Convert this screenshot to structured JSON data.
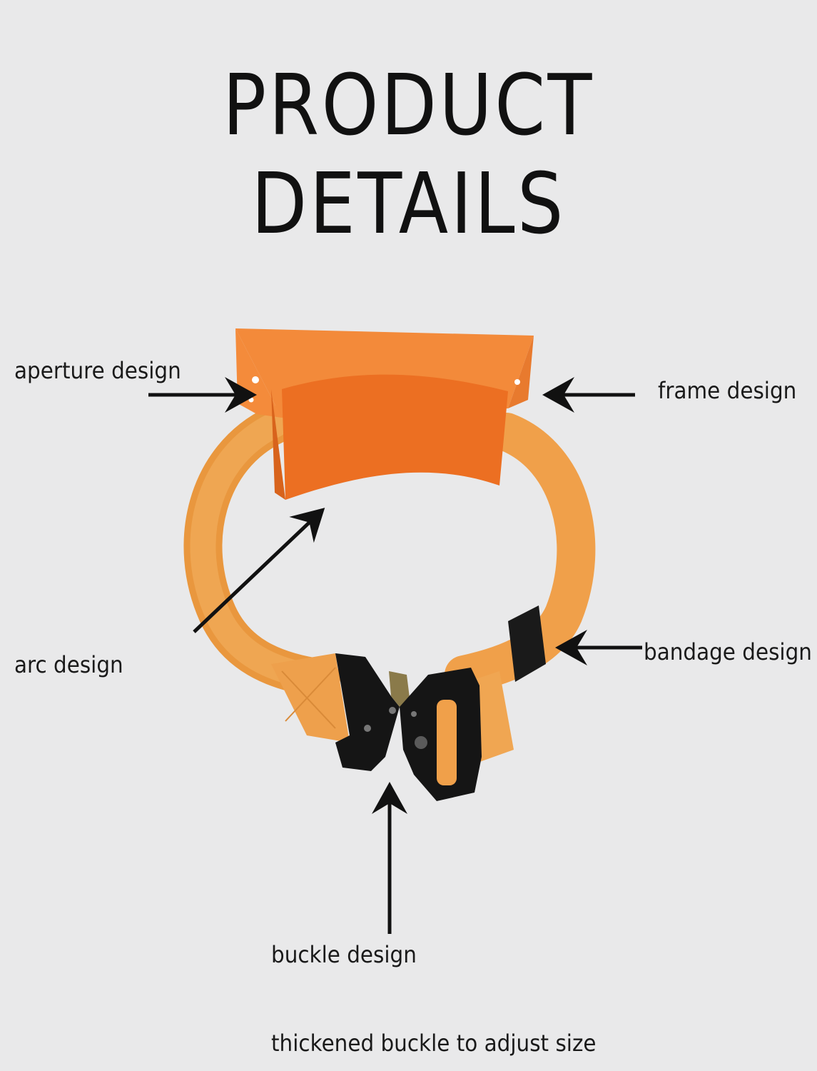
{
  "title": "PRODUCT DETAILS",
  "labels": {
    "aperture": "aperture design",
    "frame": "frame design",
    "arc": "arc design",
    "bandage": "bandage design",
    "buckle": "buckle design"
  },
  "footer": "thickened buckle to adjust size",
  "colors": {
    "background": "#e9e9ea",
    "strap": "#f0a04a",
    "plate": "#f07828",
    "buckle": "#141414",
    "arrow": "#111111"
  }
}
